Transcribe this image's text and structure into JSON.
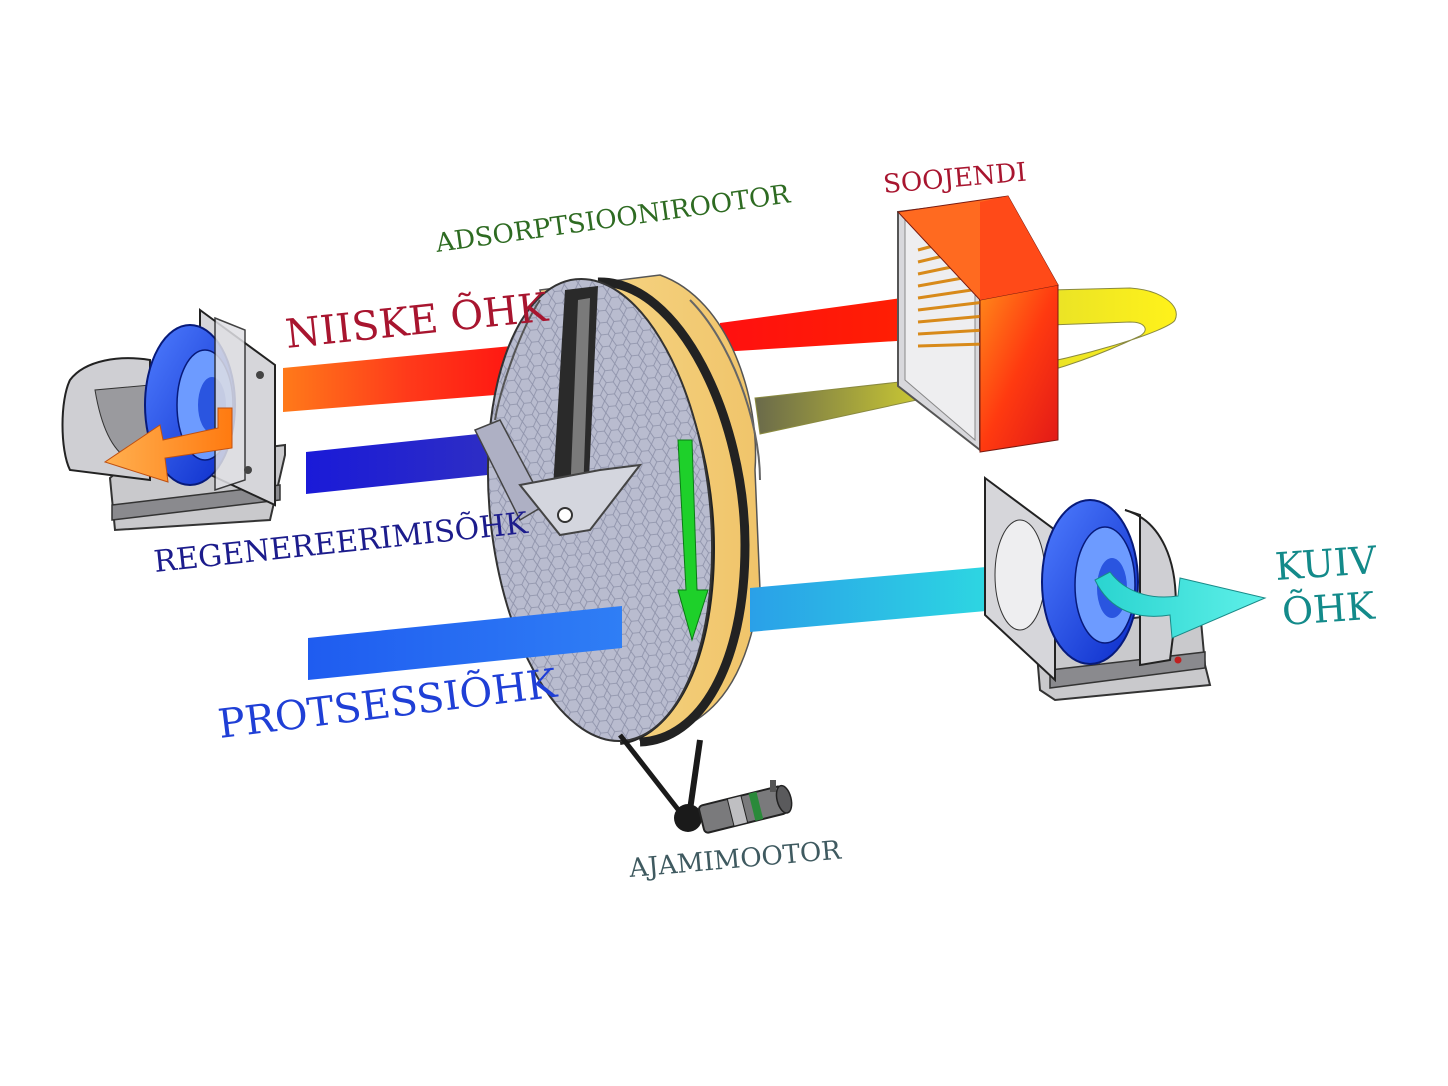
{
  "labels": {
    "rotor": "ADSORPTSIOONIROOTOR",
    "heater": "SOOJENDI",
    "humid_air": "NIISKE ÕHK",
    "regen_air": "REGENEREERIMISÕHK",
    "process_air": "PROTSESSIÕHK",
    "dry_air_line1": "KUIV",
    "dry_air_line2": "ÕHK",
    "drive_motor": "AJAMIMOOTOR"
  },
  "colors": {
    "humid": "#a8152f",
    "regen": "#1c1c8c",
    "process": "#1f3fd6",
    "dry": "#138a8a",
    "rotor_label": "#2e6b22",
    "motor_label": "#3f5a60",
    "heater_label": "#a8152f"
  }
}
